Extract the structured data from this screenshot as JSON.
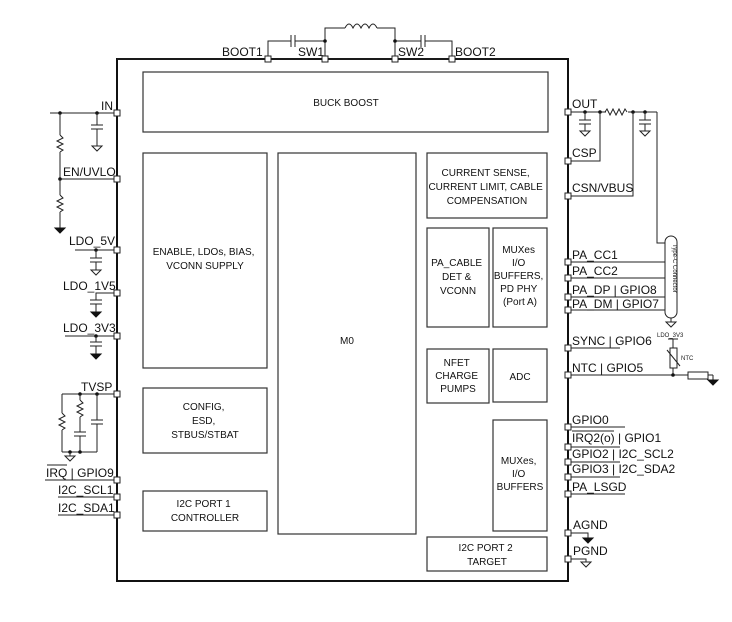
{
  "diagram": {
    "title": "Functional Block Diagram",
    "blocks": {
      "buck_boost": [
        "BUCK BOOST"
      ],
      "enable_ldos": [
        "ENABLE, LDOs, BIAS,",
        "VCONN SUPPLY"
      ],
      "m0": [
        "M0"
      ],
      "current_sense": [
        "CURRENT SENSE,",
        "CURRENT LIMIT, CABLE",
        "COMPENSATION"
      ],
      "pa_cable": [
        "PA_CABLE",
        "DET &",
        "VCONN"
      ],
      "muxes_port_a": [
        "MUXes",
        "I/O",
        "BUFFERS,",
        "PD PHY",
        "(Port A)"
      ],
      "nfet": [
        "NFET",
        "CHARGE",
        "PUMPS"
      ],
      "adc": [
        "ADC"
      ],
      "config": [
        "CONFIG,",
        "ESD,",
        "STBUS/STBAT"
      ],
      "i2c_port1": [
        "I2C PORT 1",
        "CONTROLLER"
      ],
      "muxes_io": [
        "MUXes,",
        "I/O",
        "BUFFERS"
      ],
      "i2c_port2": [
        "I2C PORT 2",
        "TARGET"
      ]
    },
    "top_pins": {
      "boot1": "BOOT1",
      "sw1": "SW1",
      "sw2": "SW2",
      "boot2": "BOOT2"
    },
    "left_pins": {
      "in": "IN",
      "en_uvlo": "EN/UVLO",
      "ldo_5v": "LDO_5V",
      "ldo_1v5": "LDO_1V5",
      "ldo_3v3": "LDO_3V3",
      "tvsp": "TVSP",
      "irq_gpio9_a": "IRQ",
      "irq_gpio9_b": " | GPIO9",
      "i2c_scl1": "I2C_SCL1",
      "i2c_sda1": "I2C_SDA1"
    },
    "right_pins": {
      "out": "OUT",
      "csp": "CSP",
      "csn_vbus": "CSN/VBUS",
      "pa_cc1": "PA_CC1",
      "pa_cc2": "PA_CC2",
      "pa_dp": "PA_DP | GPIO8",
      "pa_dm": "PA_DM | GPIO7",
      "sync": "SYNC | GPIO6",
      "ntc": "NTC | GPIO5",
      "gpio0": "GPIO0",
      "irq2_a": "IRQ2(o)",
      "irq2_b": " | GPIO1",
      "gpio2": "GPIO2 | I2C_SCL2",
      "gpio3": "GPIO3 | I2C_SDA2",
      "pa_lsgd": "PA_LSGD",
      "agnd": "AGND",
      "pgnd": "PGND"
    },
    "external": {
      "typec_connector": "Type-C Connector",
      "ldo_3v3_ref": "LDO_3V3",
      "ntc_label": "NTC"
    }
  }
}
